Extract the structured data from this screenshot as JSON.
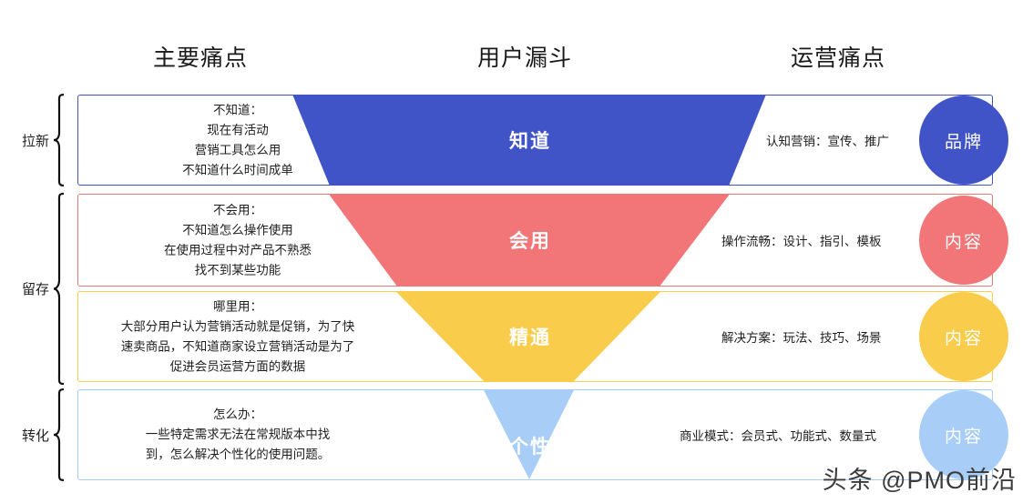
{
  "columns": {
    "pain_points": "主要痛点",
    "funnel": "用户漏斗",
    "ops_pain": "运营痛点"
  },
  "groups": [
    {
      "label": "拉新"
    },
    {
      "label": "留存"
    },
    {
      "label": "转化"
    }
  ],
  "colors": {
    "blue": "#4054C8",
    "red": "#F27677",
    "yellow": "#F9CC4C",
    "lightblue": "#A8CDF7"
  },
  "stages": [
    {
      "funnel_label": "知道",
      "color": "#4054C8",
      "pain_title": "不知道：",
      "pain_lines": [
        "现在有活动",
        "营销工具怎么用",
        "不知道什么时间成单"
      ],
      "ops_text": "认知营销：宣传、推广",
      "circle_label": "品牌"
    },
    {
      "funnel_label": "会用",
      "color": "#F27677",
      "pain_title": "不会用：",
      "pain_lines": [
        "不知道怎么操作使用",
        "在使用过程中对产品不熟悉",
        "找不到某些功能"
      ],
      "ops_text": "操作流畅：设计、指引、模板",
      "circle_label": "内容"
    },
    {
      "funnel_label": "精通",
      "color": "#F9CC4C",
      "pain_title": "哪里用：",
      "pain_lines": [
        "大部分用户认为营销活动就是促销，为了快",
        "速卖商品，不知道商家设立营销活动是为了",
        "促进会员运营方面的数据"
      ],
      "ops_text": "解决方案：玩法、技巧、场景",
      "circle_label": "内容"
    },
    {
      "funnel_label": "个性",
      "color": "#A8CDF7",
      "pain_title": "怎么办：",
      "pain_lines": [
        "一些特定需求无法在常规版本中找",
        "到，怎么解决个性化的使用问题。"
      ],
      "ops_text": "商业模式：会员式、功能式、数量式",
      "circle_label": "内容"
    }
  ],
  "watermark": "头条 @PMO前沿"
}
